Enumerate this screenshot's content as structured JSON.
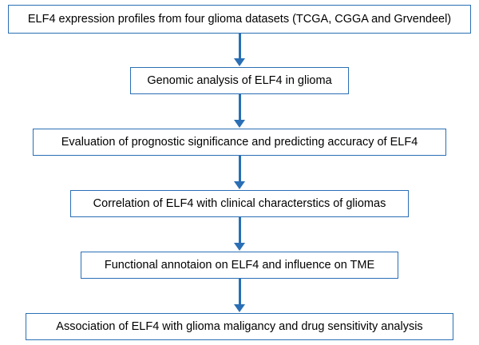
{
  "diagram": {
    "type": "flowchart",
    "orientation": "vertical",
    "accent_color": "#2a6fb5",
    "box_background": "#ffffff",
    "text_color": "#000000",
    "nodes": [
      {
        "id": "n1",
        "label": "ELF4 expression profiles from four glioma datasets (TCGA, CGGA and Grvendeel)"
      },
      {
        "id": "n2",
        "label": "Genomic analysis of ELF4 in glioma"
      },
      {
        "id": "n3",
        "label": "Evaluation of prognostic significance and predicting accuracy of ELF4"
      },
      {
        "id": "n4",
        "label": "Correlation of ELF4 with clinical characterstics of gliomas"
      },
      {
        "id": "n5",
        "label": "Functional annotaion on ELF4 and influence on TME"
      },
      {
        "id": "n6",
        "label": "Association of ELF4 with glioma maligancy and drug sensitivity analysis"
      }
    ],
    "connectors": [
      {
        "from": "n1",
        "to": "n2",
        "shape": "down-arrow"
      },
      {
        "from": "n2",
        "to": "n3",
        "shape": "down-arrow"
      },
      {
        "from": "n3",
        "to": "n4",
        "shape": "down-arrow"
      },
      {
        "from": "n4",
        "to": "n5",
        "shape": "down-arrow"
      },
      {
        "from": "n5",
        "to": "n6",
        "shape": "down-arrow"
      }
    ]
  }
}
